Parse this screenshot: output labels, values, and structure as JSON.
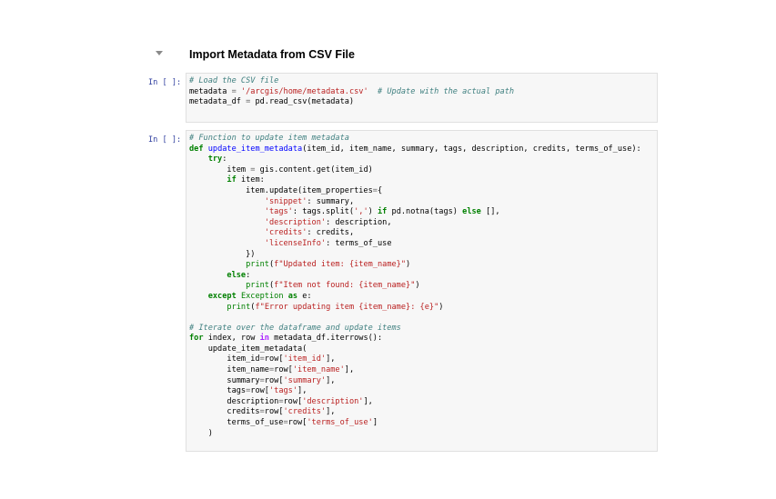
{
  "section": {
    "title": "Import Metadata from CSV File"
  },
  "cells": [
    {
      "prompt": "In [ ]:",
      "lines": [
        "# Load the CSV file",
        "metadata = '/arcgis/home/metadata.csv'  # Update with the actual path",
        "metadata_df = pd.read_csv(metadata)"
      ]
    },
    {
      "prompt": "In [ ]:",
      "lines": [
        "# Function to update item metadata",
        "def update_item_metadata(item_id, item_name, summary, tags, description, credits, terms_of_use):",
        "    try:",
        "        item = gis.content.get(item_id)",
        "        if item:",
        "            item.update(item_properties={",
        "                'snippet': summary,",
        "                'tags': tags.split(',') if pd.notna(tags) else [],",
        "                'description': description,",
        "                'credits': credits,",
        "                'licenseInfo': terms_of_use",
        "            })",
        "            print(f\"Updated item: {item_name}\")",
        "        else:",
        "            print(f\"Item not found: {item_name}\")",
        "    except Exception as e:",
        "        print(f\"Error updating item {item_name}: {e}\")",
        "",
        "# Iterate over the dataframe and update items",
        "for index, row in metadata_df.iterrows():",
        "    update_item_metadata(",
        "        item_id=row['item_id'],",
        "        item_name=row['item_name'],",
        "        summary=row['summary'],",
        "        tags=row['tags'],",
        "        description=row['description'],",
        "        credits=row['credits'],",
        "        terms_of_use=row['terms_of_use']",
        "    )"
      ]
    }
  ]
}
